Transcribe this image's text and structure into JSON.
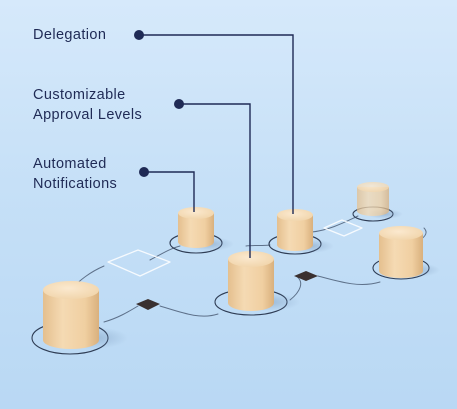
{
  "callouts": {
    "delegation": "Delegation",
    "approval_levels": "Customizable\nApproval Levels",
    "notifications": "Automated\nNotifications"
  },
  "colors": {
    "background": "#c6e0f7",
    "label_text": "#1f2a55",
    "leader_line": "#1f2a55",
    "wood": "#f3d6ad",
    "wood_top": "#f8e3c4",
    "chip": "#3a3030"
  }
}
